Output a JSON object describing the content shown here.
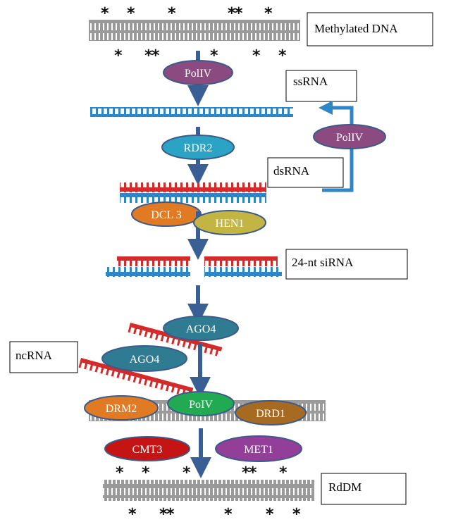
{
  "boxes": {
    "methylated_dna": "Methylated DNA",
    "ssrna": "ssRNA",
    "dsrna": "dsRNA",
    "sirna": "24-nt siRNA",
    "ncrna": "ncRNA",
    "rddm": "RdDM"
  },
  "enzymes": {
    "pol4_top": "PolIV",
    "rdr2": "RDR2",
    "pol4_loop": "PolIV",
    "dcl3": "DCL 3",
    "hen1": "HEN1",
    "ago4_a": "AGO4",
    "ago4_b": "AGO4",
    "drm2": "DRM2",
    "pol5": "PoIV",
    "drd1": "DRD1",
    "cmt3": "CMT3",
    "met1": "MET1"
  },
  "colors": {
    "dna_gray": "#9a9a9a",
    "rna_blue": "#2f86c6",
    "rna_red": "#d42a2a",
    "arrow_blue": "#3a5f95",
    "purple": "#8b4a80",
    "teal": "#2e7b92",
    "cyan": "#2aa3c4",
    "orange": "#e07b24",
    "olive": "#c2b544",
    "green": "#22aa52",
    "brown": "#a66a20",
    "darkred": "#c41414",
    "magenta": "#933e98"
  },
  "markers": {
    "methyl": "*"
  }
}
